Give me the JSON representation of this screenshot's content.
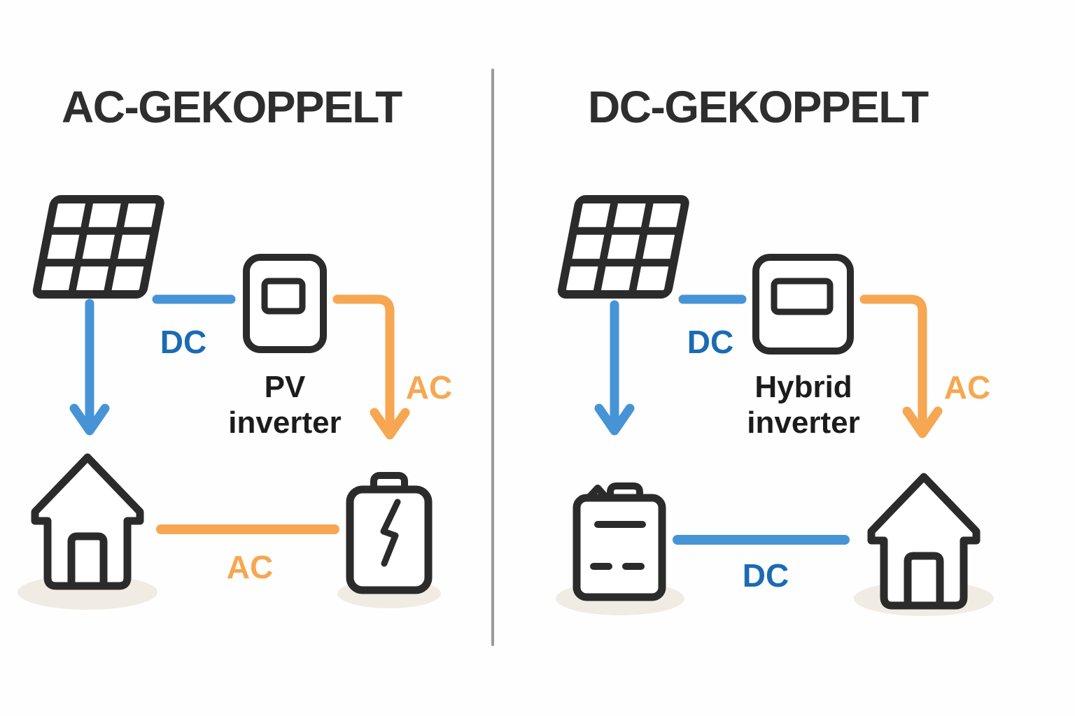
{
  "colors": {
    "stroke_dark": "#2b2b2b",
    "blue_line": "#4694d6",
    "blue_text": "#1a6bb4",
    "orange": "#f7a751",
    "divider": "#9a9a9a",
    "shadow": "#f0ece4",
    "title_text": "#2e2e2e",
    "inverter_text": "#1c1c1c",
    "bg": "#fefefe"
  },
  "left": {
    "title": "AC-GEKOPPELT",
    "dc_label": "DC",
    "ac_arrow_label": "AC",
    "bottom_label": "AC",
    "inverter_line1": "PV",
    "inverter_line2": "inverter",
    "flow": "Solar panel -> DC -> PV inverter -> AC -> battery; panel -> house; house <-> battery via AC"
  },
  "right": {
    "title": "DC-GEKOPPELT",
    "dc_label": "DC",
    "ac_arrow_label": "AC",
    "bottom_label": "DC",
    "inverter_line1": "Hybrid",
    "inverter_line2": "inverter",
    "flow": "Solar panel -> DC -> Hybrid inverter -> AC -> house; panel -> battery; battery <-> house via DC"
  }
}
